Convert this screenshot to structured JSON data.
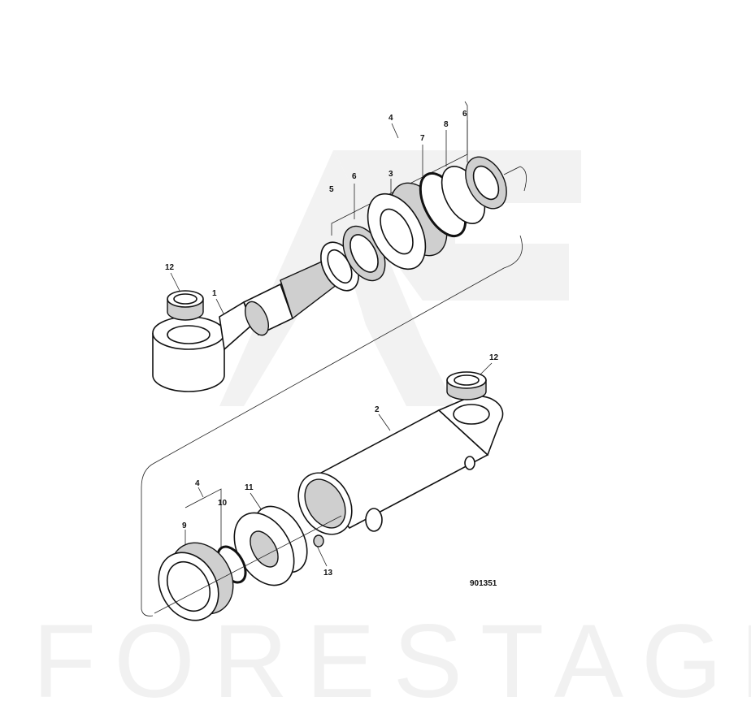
{
  "watermark": {
    "text": "FORESTAGRI"
  },
  "figure_id": "901351",
  "callouts": {
    "upper_group": "4",
    "upper_6_right": "6",
    "upper_8": "8",
    "upper_7": "7",
    "upper_6_left": "6",
    "upper_3": "3",
    "upper_5": "5",
    "rod_eye_bush": "12",
    "rod": "1",
    "barrel_eye_bush": "12",
    "barrel": "2",
    "lower_group": "4",
    "lower_11": "11",
    "lower_10": "10",
    "lower_9": "9",
    "lower_13": "13"
  }
}
